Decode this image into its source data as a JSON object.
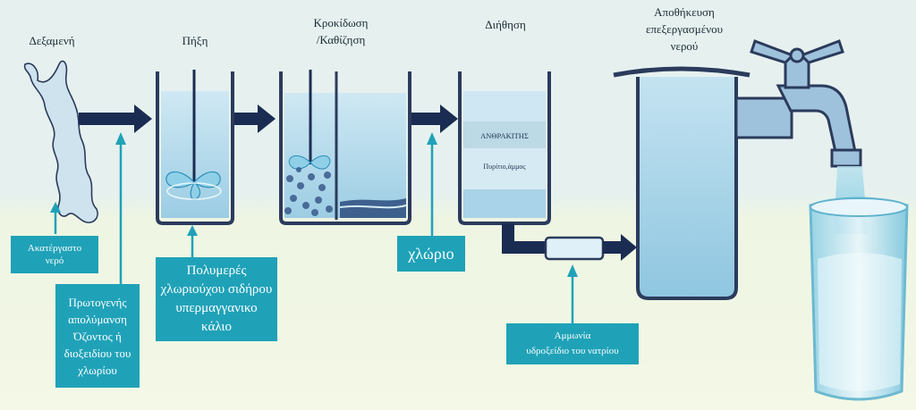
{
  "stages": {
    "reservoir": "Δεξαμενή",
    "coagulation": "Πήξη",
    "flocculation_l1": "Κροκίδωση",
    "flocculation_l2": "/Καθίζηση",
    "filtration": "Διήθηση",
    "storage_l1": "Αποθήκευση",
    "storage_l2": "επεξεργασμένου",
    "storage_l3": "νερού"
  },
  "filter_layers": {
    "anthracite": "ΑΝΘΡΑΚΙΤΗΣ",
    "silica_sand": "Πυρίτιο,άμμος"
  },
  "callouts": {
    "raw_water_l1": "Ακατέργαστο",
    "raw_water_l2": "νερό",
    "primary_disinfection_l1": "Πρωτογενής",
    "primary_disinfection_l2": "απολύμανση",
    "primary_disinfection_l3": "Όζοντος ή",
    "primary_disinfection_l4": "διοξειδίου του",
    "primary_disinfection_l5": "χλωρίου",
    "coagulants_l1": "Πολυμερές",
    "coagulants_l2": "χλωριούχου σιδήρου",
    "coagulants_l3": "υπερμαγγανικο",
    "coagulants_l4": "κάλιο",
    "chlorine": "χλώριο",
    "ammonia_l1": "Αμμωνία",
    "ammonia_l2": "υδροξείδιο του νατρίου"
  },
  "colors": {
    "callout_box": "#1fa2b8",
    "flow_arrow": "#1b2c52",
    "pipe_outline": "#2b3b5c",
    "water": "#a9d6ea"
  }
}
